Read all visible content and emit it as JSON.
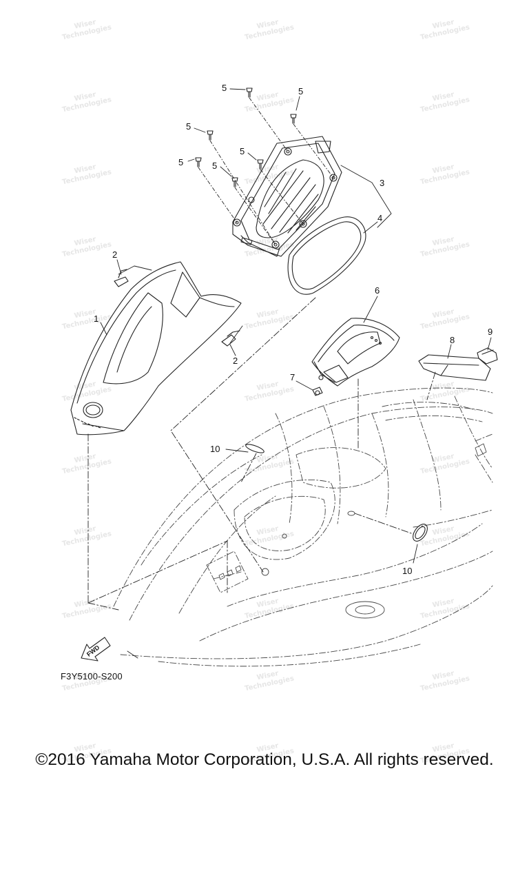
{
  "callouts": {
    "c1": "1",
    "c2a": "2",
    "c2b": "2",
    "c3": "3",
    "c4": "4",
    "c5a": "5",
    "c5b": "5",
    "c5c": "5",
    "c5d": "5",
    "c5e": "5",
    "c5f": "5",
    "c6": "6",
    "c7": "7",
    "c8": "8",
    "c9": "9",
    "c10a": "10",
    "c10b": "10"
  },
  "fwd_label": "FWD",
  "diagram_code": "F3Y5100-S200",
  "copyright": "©2016 Yamaha Motor Corporation, U.S.A. All rights reserved.",
  "watermark": {
    "line1": "Wiser",
    "line2": "Technologies"
  }
}
